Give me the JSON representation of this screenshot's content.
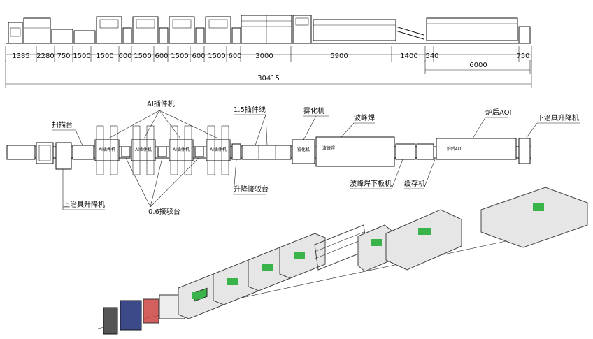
{
  "top_view": {
    "dimensions": [
      "1385",
      "2280",
      "750",
      "1500",
      "1500",
      "600",
      "1500",
      "600",
      "1500",
      "600",
      "1500",
      "600",
      "3000",
      "5900",
      "1400",
      "540",
      "750"
    ],
    "dimension_6000": "6000",
    "total_length": "30415"
  },
  "layout_view": {
    "labels": {
      "ai_inserters": "AI插件机",
      "scan_station": "扫描台",
      "insert_line_15": "1.5插件线",
      "atomizer": "雾化机",
      "wave_solder": "波峰焊",
      "post_oven_aoi": "炉后AOI",
      "lower_fixture_lift": "下治具升降机",
      "upper_fixture_lift": "上治具升降机",
      "docking_06": "0.6接驳台",
      "lift_docking": "升降接驳台",
      "wave_unloader": "波峰焊下板机",
      "buffer": "缓存机"
    },
    "machine_text": {
      "ai": "AI插件机",
      "atomizer": "雾化机",
      "wave": "波峰焊",
      "aoi": "炉后AOI"
    }
  }
}
